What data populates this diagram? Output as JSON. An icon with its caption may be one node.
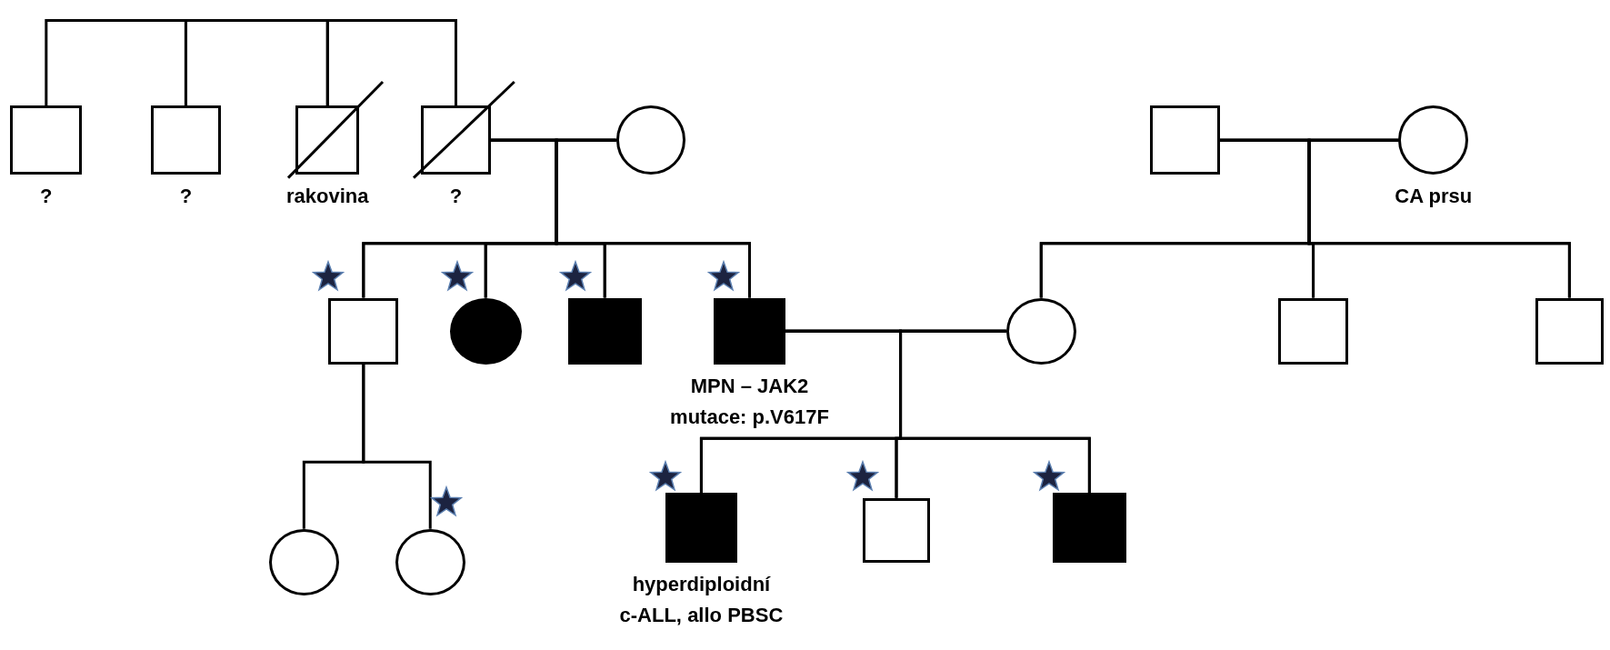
{
  "diagram": {
    "nodes": [
      {
        "text": [],
        "shape": "box",
        "beside": [
          "?"
        ]
      },
      {
        "text": [],
        "shape": "box",
        "beside": [
          "?"
        ]
      },
      {
        "text": [],
        "shape": "box",
        "beside": [
          "rakovina"
        ]
      },
      {
        "text": [],
        "shape": "box",
        "beside": [
          "?"
        ]
      },
      {
        "text": [],
        "shape": "circle"
      },
      {
        "text": [],
        "shape": "box"
      },
      {
        "text": [],
        "shape": "circle",
        "beside": [
          "CA prsu"
        ]
      },
      {
        "text": [],
        "shape": "box"
      },
      {
        "text": [],
        "shape": "circle"
      },
      {
        "text": [],
        "shape": "box"
      },
      {
        "text": [],
        "shape": "box",
        "beside": [
          "MPN – JAK2 mutace: p.V617F"
        ]
      },
      {
        "text": [],
        "shape": "circle"
      },
      {
        "text": [],
        "shape": "box"
      },
      {
        "text": [],
        "shape": "box"
      },
      {
        "text": [],
        "shape": "circle"
      },
      {
        "text": [],
        "shape": "circle"
      },
      {
        "text": [],
        "shape": "box",
        "beside": [
          "hyperdiploidní c-ALL, allo PBSC"
        ]
      },
      {
        "text": [],
        "shape": "box"
      },
      {
        "text": [],
        "shape": "box"
      }
    ],
    "edges": [
      {
        "from": 0,
        "to": 1,
        "arrow": "none"
      },
      {
        "from": 1,
        "to": 2,
        "arrow": "none"
      },
      {
        "from": 2,
        "to": 3,
        "arrow": "none"
      },
      {
        "from": 3,
        "to": 4,
        "arrow": "none"
      },
      {
        "from": 3,
        "to": 7,
        "arrow": "none"
      },
      {
        "from": 3,
        "to": 8,
        "arrow": "none"
      },
      {
        "from": 3,
        "to": 9,
        "arrow": "none"
      },
      {
        "from": 3,
        "to": 10,
        "arrow": "none"
      },
      {
        "from": 4,
        "to": 7,
        "arrow": "none"
      },
      {
        "from": 4,
        "to": 8,
        "arrow": "none"
      },
      {
        "from": 4,
        "to": 9,
        "arrow": "none"
      },
      {
        "from": 4,
        "to": 10,
        "arrow": "none"
      },
      {
        "from": 5,
        "to": 6,
        "arrow": "none"
      },
      {
        "from": 5,
        "to": 11,
        "arrow": "none"
      },
      {
        "from": 5,
        "to": 12,
        "arrow": "none"
      },
      {
        "from": 5,
        "to": 13,
        "arrow": "none"
      },
      {
        "from": 6,
        "to": 11,
        "arrow": "none"
      },
      {
        "from": 6,
        "to": 12,
        "arrow": "none"
      },
      {
        "from": 6,
        "to": 13,
        "arrow": "none"
      },
      {
        "from": 10,
        "to": 11,
        "arrow": "none"
      },
      {
        "from": 10,
        "to": 16,
        "arrow": "none"
      },
      {
        "from": 10,
        "to": 17,
        "arrow": "none"
      },
      {
        "from": 10,
        "to": 18,
        "arrow": "none"
      },
      {
        "from": 11,
        "to": 16,
        "arrow": "none"
      },
      {
        "from": 11,
        "to": 17,
        "arrow": "none"
      },
      {
        "from": 11,
        "to": 18,
        "arrow": "none"
      },
      {
        "from": 7,
        "to": 14,
        "arrow": "none"
      },
      {
        "from": 7,
        "to": 15,
        "arrow": "none"
      }
    ]
  }
}
